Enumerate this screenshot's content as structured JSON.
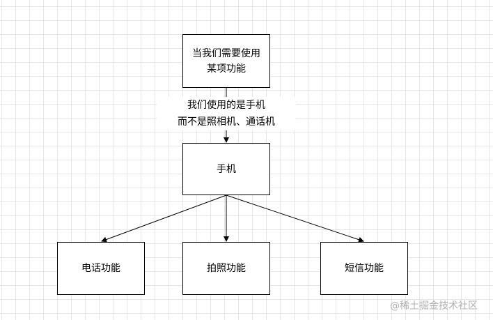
{
  "nodes": {
    "top": {
      "line1": "当我们需要使用",
      "line2": "某项功能"
    },
    "phone": {
      "label": "手机"
    },
    "call": {
      "label": "电话功能"
    },
    "photo": {
      "label": "拍照功能"
    },
    "sms": {
      "label": "短信功能"
    }
  },
  "edge_label": {
    "line1": "我们使用的是手机",
    "line2": "而不是照相机、通话机"
  },
  "watermark": "@稀土掘金技术社区"
}
